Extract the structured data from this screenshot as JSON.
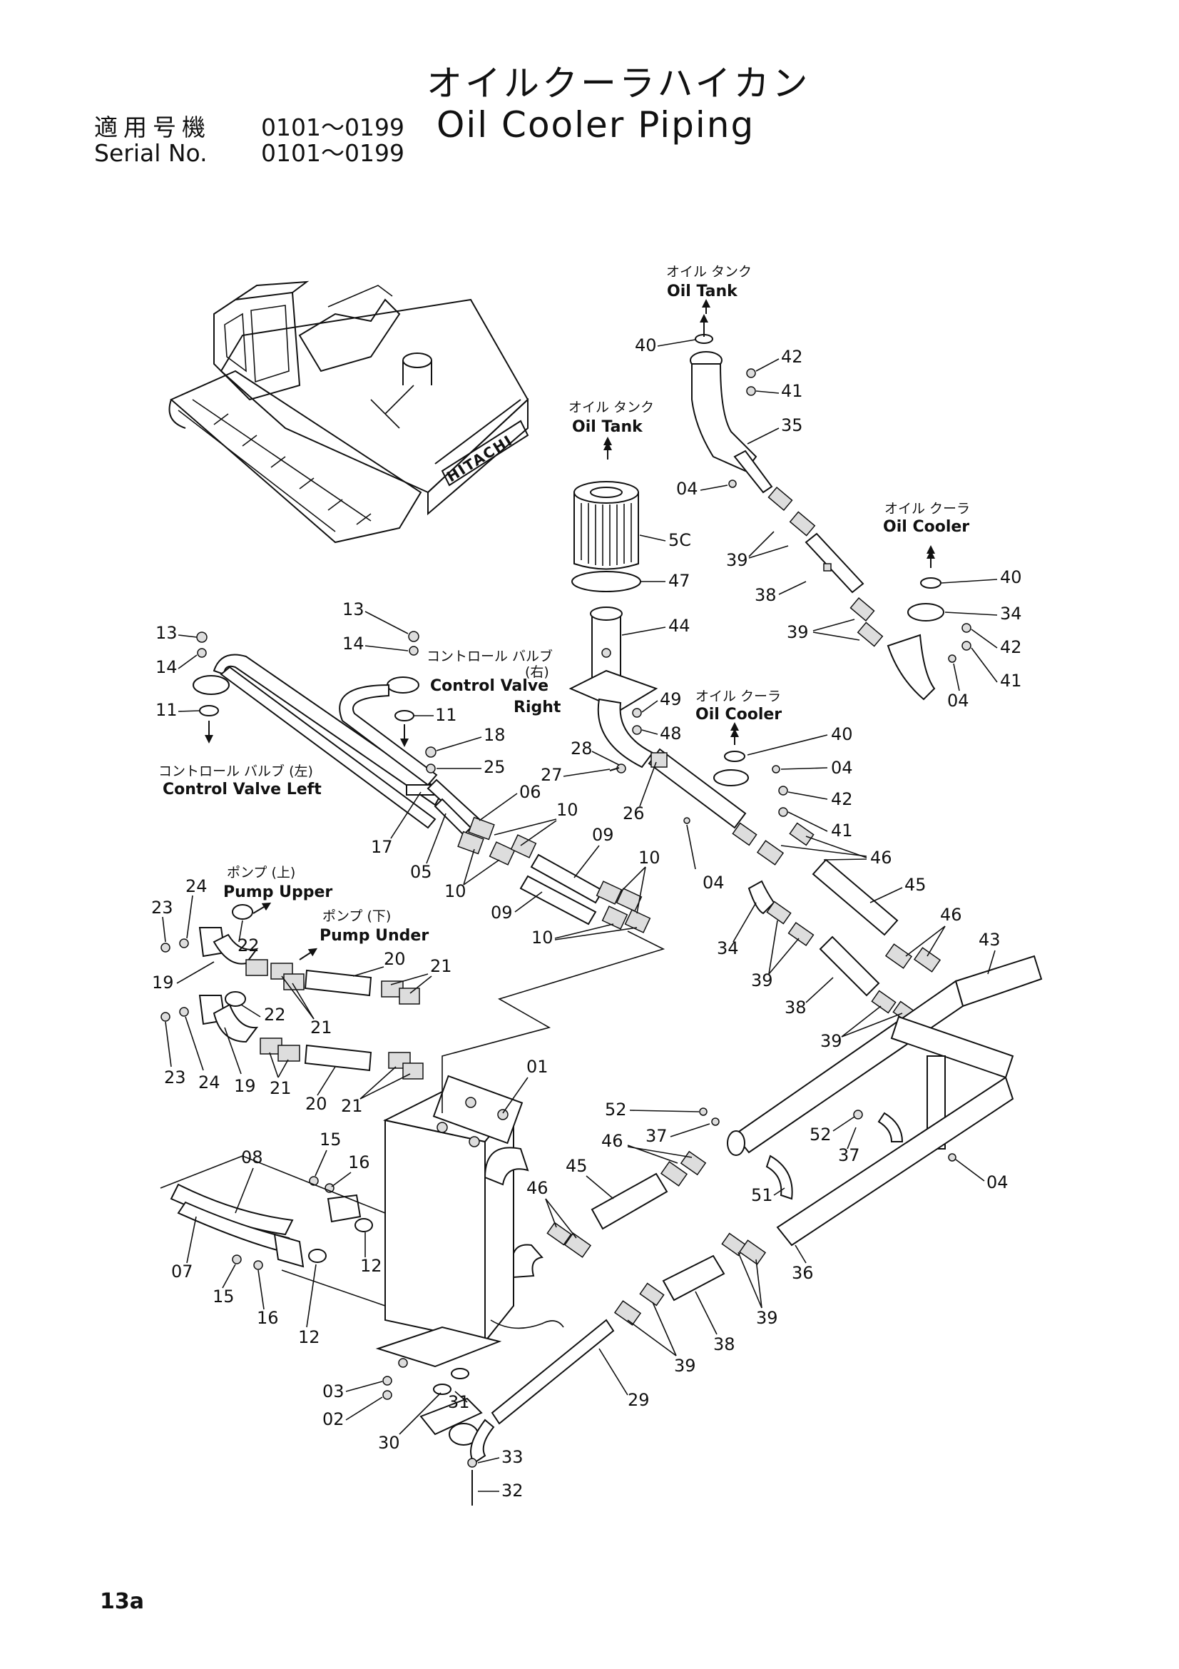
{
  "header": {
    "title_jp": "オイルクーラハイカン",
    "title_en": "Oil Cooler Piping",
    "serial_jp_label": "適用号機",
    "serial_jp_value": "0101～0199",
    "serial_en_label": "Serial No.",
    "serial_en_value": "0101～0199"
  },
  "page_number": "13a",
  "callouts": {
    "oil_tank_top_jp": "オイル タンク",
    "oil_tank_top_en": "Oil Tank",
    "oil_tank_mid_jp": "オイル タンク",
    "oil_tank_mid_en": "Oil Tank",
    "oil_cooler_right_jp": "オイル クーラ",
    "oil_cooler_right_en": "Oil Cooler",
    "oil_cooler_mid_jp": "オイル クーラ",
    "oil_cooler_mid_en": "Oil Cooler",
    "cv_right_jp": "コントロール バルブ",
    "cv_right_side_jp": "(右)",
    "cv_right_en1": "Control Valve",
    "cv_right_en2": "Right",
    "cv_left_jp": "コントロール バルブ (左)",
    "cv_left_en": "Control Valve Left",
    "pump_upper_jp": "ポンプ (上)",
    "pump_upper_en": "Pump Upper",
    "pump_under_jp": "ポンプ (下)",
    "pump_under_en": "Pump Under"
  },
  "parts": {
    "p01": "01",
    "p02": "02",
    "p03": "03",
    "p04": "04",
    "p05": "05",
    "p06": "06",
    "p07": "07",
    "p08": "08",
    "p09": "09",
    "p10": "10",
    "p11": "11",
    "p12": "12",
    "p13": "13",
    "p14": "14",
    "p15": "15",
    "p16": "16",
    "p17": "17",
    "p18": "18",
    "p19": "19",
    "p20": "20",
    "p21": "21",
    "p22": "22",
    "p23": "23",
    "p24": "24",
    "p25": "25",
    "p26": "26",
    "p27": "27",
    "p28": "28",
    "p29": "29",
    "p30": "30",
    "p31": "31",
    "p32": "32",
    "p33": "33",
    "p34": "34",
    "p35": "35",
    "p36": "36",
    "p37": "37",
    "p38": "38",
    "p39": "39",
    "p40": "40",
    "p41": "41",
    "p42": "42",
    "p43": "43",
    "p44": "44",
    "p45": "45",
    "p46": "46",
    "p47": "47",
    "p48": "48",
    "p49": "49",
    "p51": "51",
    "p52": "52",
    "p5c": "5C"
  },
  "machine_brand": "HITACHI"
}
